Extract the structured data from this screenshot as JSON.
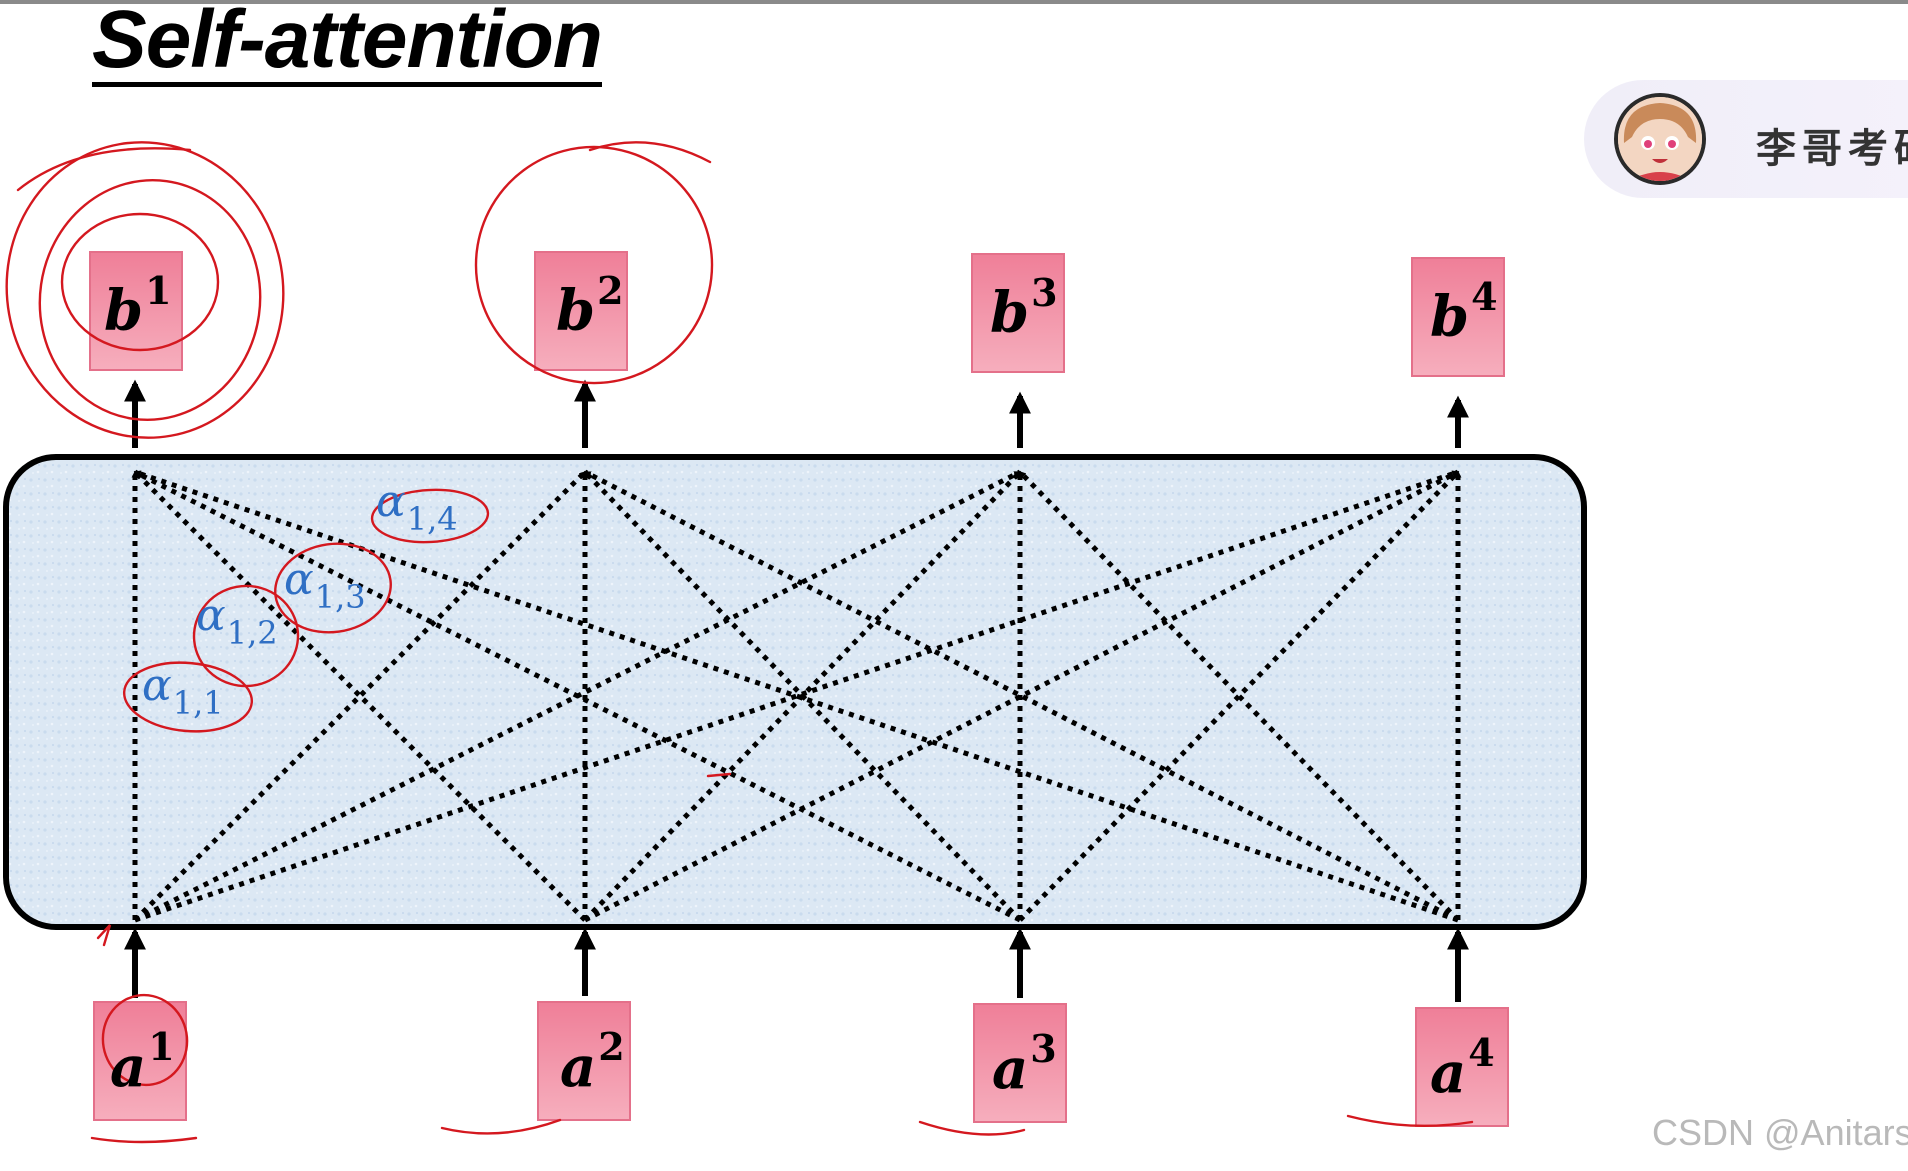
{
  "title": "Self-attention",
  "channel": {
    "name": "李哥考研",
    "avatar_icon": "avatar-icon"
  },
  "watermark": "CSDN @Anitars",
  "diagram": {
    "inputs": [
      {
        "base": "a",
        "sup": "1"
      },
      {
        "base": "a",
        "sup": "2"
      },
      {
        "base": "a",
        "sup": "3"
      },
      {
        "base": "a",
        "sup": "4"
      }
    ],
    "outputs": [
      {
        "base": "b",
        "sup": "1"
      },
      {
        "base": "b",
        "sup": "2"
      },
      {
        "base": "b",
        "sup": "3"
      },
      {
        "base": "b",
        "sup": "4"
      }
    ],
    "attention_labels": [
      {
        "base": "α",
        "sub": "1,1"
      },
      {
        "base": "α",
        "sub": "1,2"
      },
      {
        "base": "α",
        "sub": "1,3"
      },
      {
        "base": "α",
        "sub": "1,4"
      }
    ]
  },
  "colors": {
    "node_fill": "#f08aa0",
    "node_border": "#e4708a",
    "panel_fill": "#dfeaf5",
    "annotation": "#d4181f",
    "alpha_text": "#2f6fc4"
  }
}
